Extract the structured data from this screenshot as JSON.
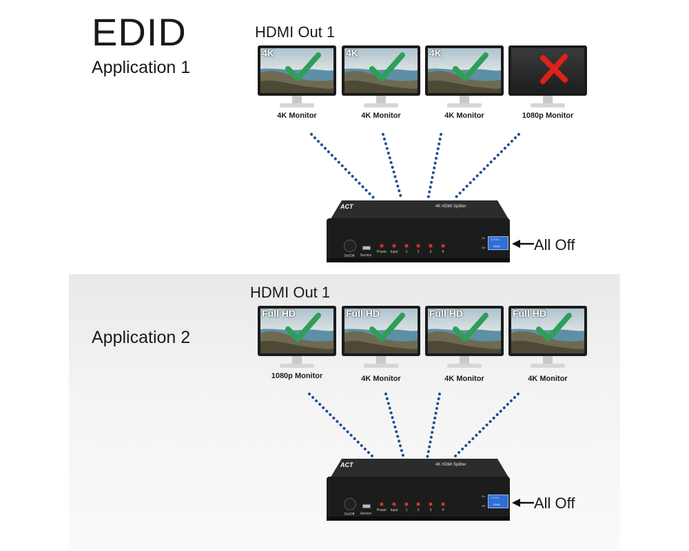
{
  "page": {
    "title": "EDID"
  },
  "application1": {
    "label": "Application 1",
    "section_title": "HDMI Out 1",
    "monitors": [
      {
        "label": "4K",
        "caption": "4K Monitor",
        "status": "check"
      },
      {
        "label": "4K",
        "caption": "4K Monitor",
        "status": "check"
      },
      {
        "label": "4K",
        "caption": "4K Monitor",
        "status": "check"
      },
      {
        "label": "",
        "caption": "1080p Monitor",
        "status": "cross"
      }
    ],
    "splitter": {
      "brand": "ACT",
      "model": "4K HDMI Splitter",
      "button": "On/Off",
      "port": "Service",
      "leds": [
        "Power",
        "Input",
        "1",
        "2",
        "3",
        "4"
      ],
      "dip_on": "On",
      "dip_off": "Off",
      "dip_numbers": "1 2 3 4",
      "dip_caption": "EDID"
    },
    "switch_setting": "All Off"
  },
  "application2": {
    "label": "Application 2",
    "section_title": "HDMI Out 1",
    "monitors": [
      {
        "label": "Full HD",
        "caption": "1080p Monitor",
        "status": "check"
      },
      {
        "label": "Full HD",
        "caption": "4K Monitor",
        "status": "check"
      },
      {
        "label": "Full HD",
        "caption": "4K Monitor",
        "status": "check"
      },
      {
        "label": "Full HD",
        "caption": "4K Monitor",
        "status": "check"
      }
    ],
    "splitter": {
      "brand": "ACT",
      "model": "4K HDMI Splitter",
      "button": "On/Off",
      "port": "Service",
      "leds": [
        "Power",
        "Input",
        "1",
        "2",
        "3",
        "4"
      ],
      "dip_on": "On",
      "dip_off": "Off",
      "dip_numbers": "1 2 3 4",
      "dip_caption": "EDID"
    },
    "switch_setting": "All Off"
  },
  "colors": {
    "check": "#2f9e57",
    "cross": "#e0201a",
    "connector_dots": "#1f4f8f",
    "led": "#e0322c",
    "dip_switch": "#2f6fd6"
  },
  "icons": {
    "check": "checkmark-icon",
    "cross": "cross-icon",
    "arrow": "arrow-left-icon"
  }
}
